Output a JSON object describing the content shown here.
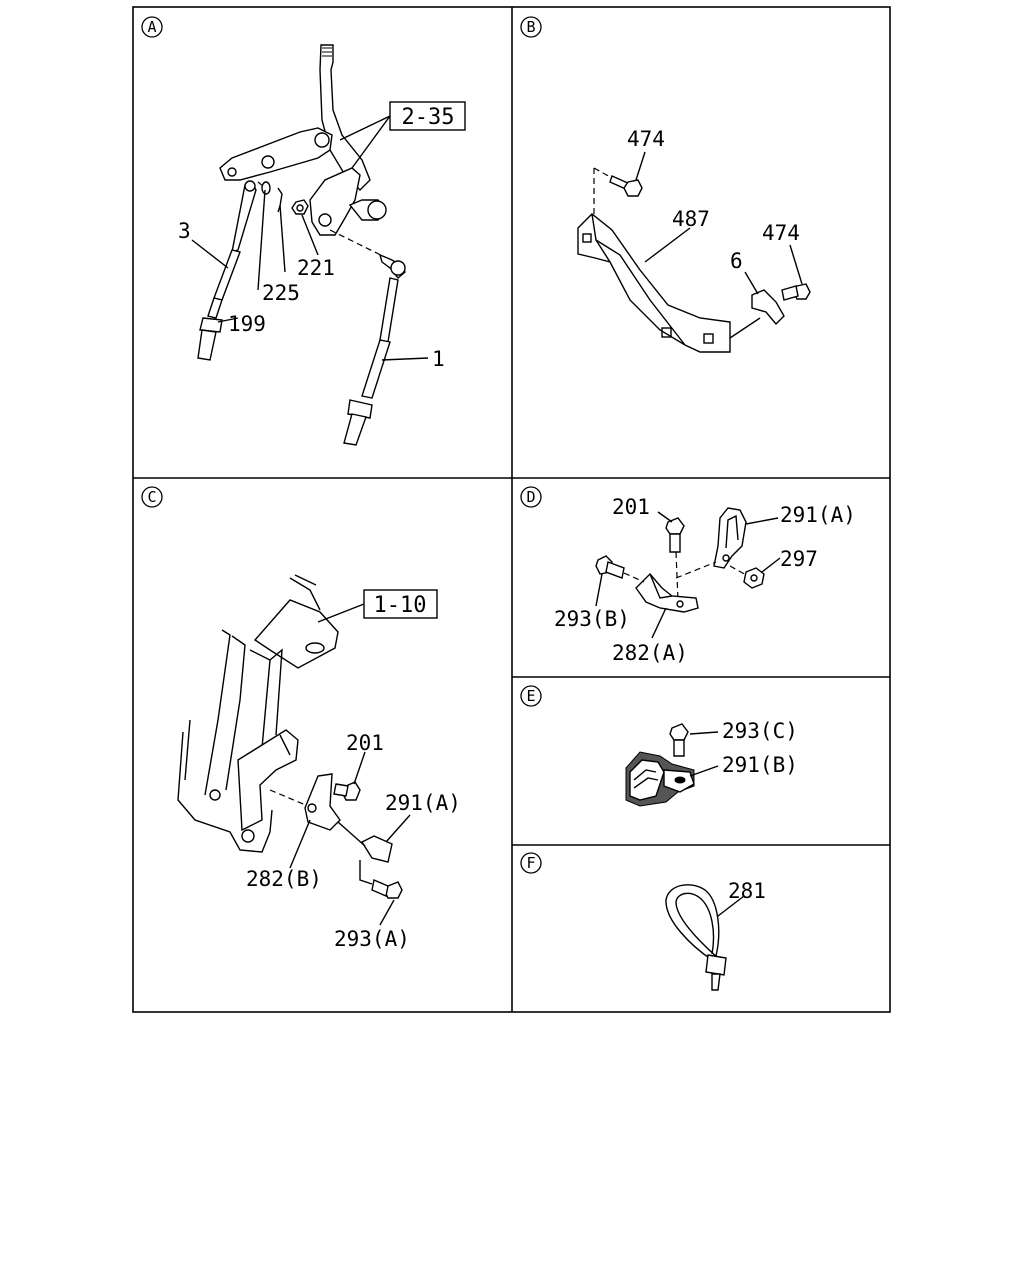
{
  "panels": [
    {
      "id": "A",
      "labels": [
        "2-35",
        "3",
        "225",
        "221",
        "199",
        "1"
      ]
    },
    {
      "id": "B",
      "labels": [
        "474",
        "487",
        "474",
        "6"
      ]
    },
    {
      "id": "C",
      "labels": [
        "1-10",
        "201",
        "291(A)",
        "282(B)",
        "293(A)"
      ]
    },
    {
      "id": "D",
      "labels": [
        "201",
        "291(A)",
        "297",
        "293(B)",
        "282(A)"
      ]
    },
    {
      "id": "E",
      "labels": [
        "293(C)",
        "291(B)"
      ]
    },
    {
      "id": "F",
      "labels": [
        "281"
      ]
    }
  ]
}
